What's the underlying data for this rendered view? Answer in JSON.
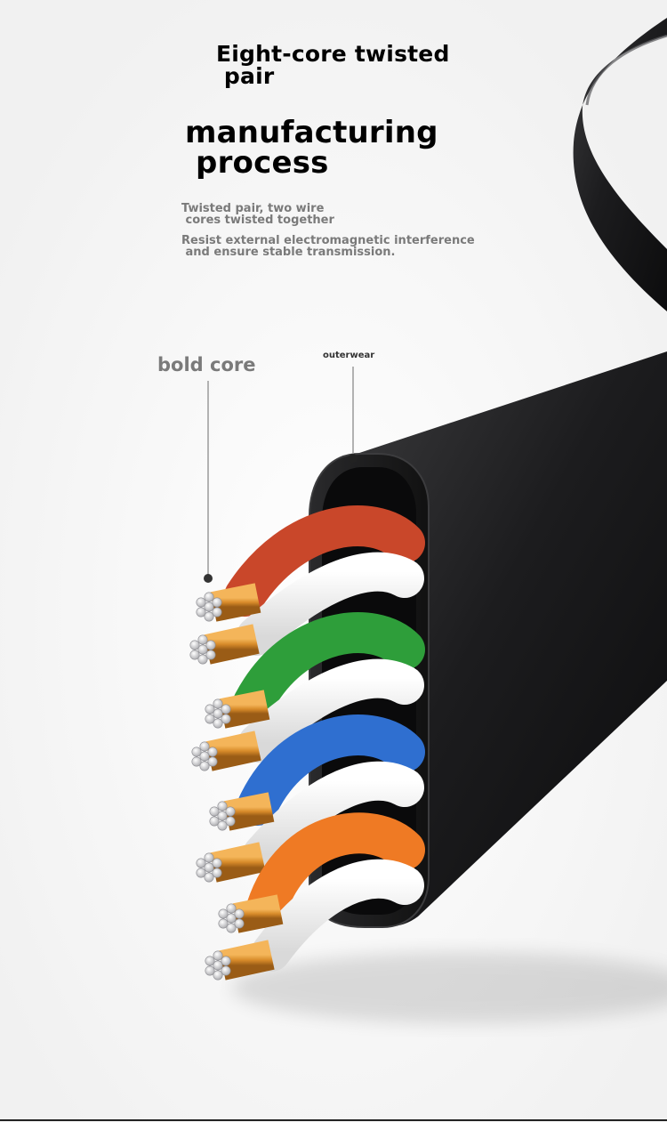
{
  "heading": {
    "line1": "Eight-core twisted\n pair",
    "line2": "manufacturing\n process"
  },
  "description": {
    "line1": "Twisted pair, two wire\n cores twisted together",
    "line2": "Resist external electromagnetic interference\n and ensure stable transmission."
  },
  "callouts": {
    "bold_core": "bold core",
    "outerwear": "outerwear"
  },
  "wire_pairs": [
    {
      "color": "#c9472a"
    },
    {
      "color": "#2e9e3a"
    },
    {
      "color": "#2f6fd0"
    },
    {
      "color": "#ef7a24"
    }
  ],
  "colors": {
    "jacket": "#1c1c1e",
    "copper": "#d88b2a"
  }
}
